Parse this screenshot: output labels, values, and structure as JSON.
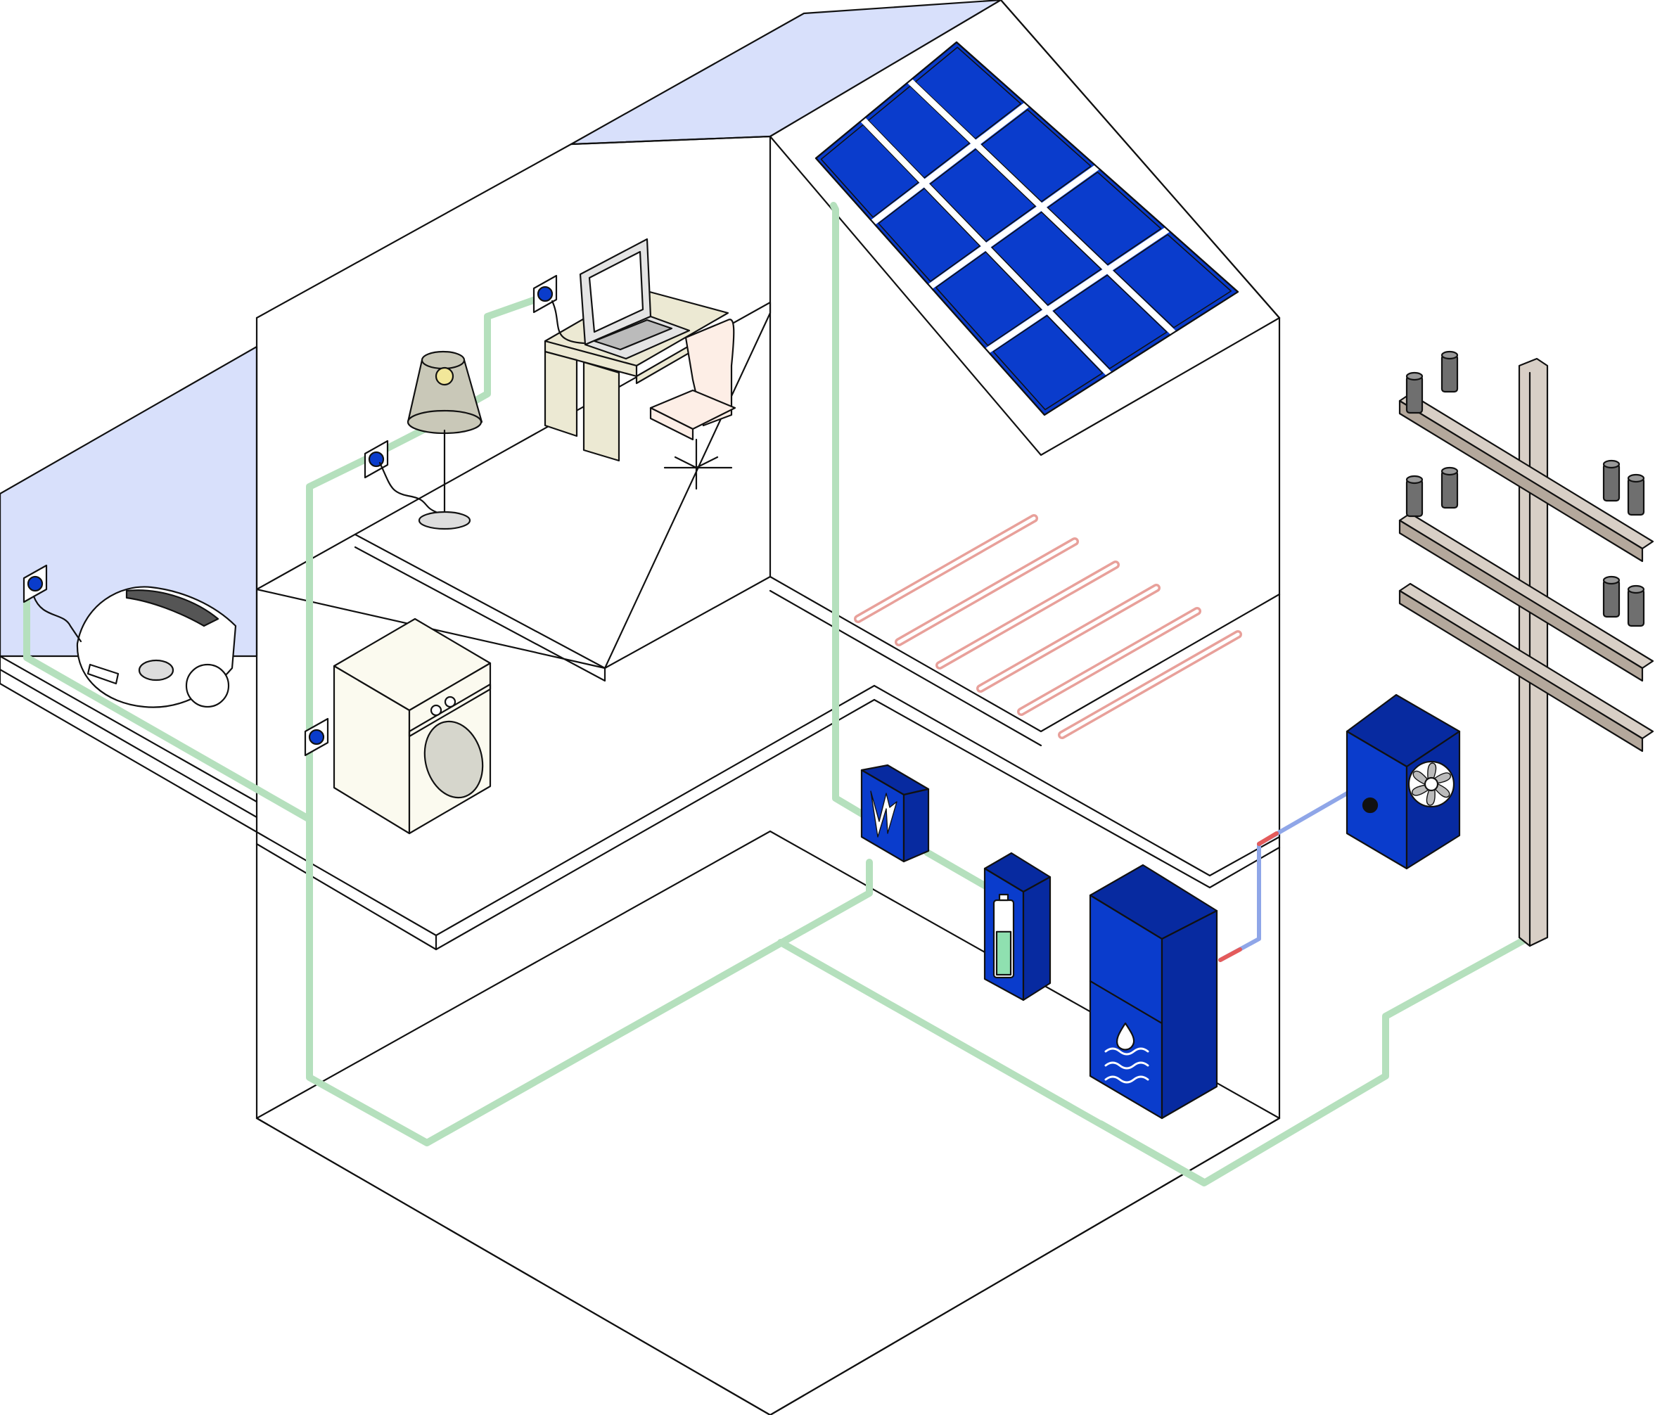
{
  "diagram": {
    "kind": "isometric smart-home energy system illustration",
    "text_labels": []
  },
  "colors": {
    "line": "#111111",
    "roof": "#d8e0fb",
    "solar_panel": "#0a3ccc",
    "equipment": "#0a3ccc",
    "equipment_side": "#072aa0",
    "cable": "#b5e0bd",
    "socket_dot": "#0a3ccc",
    "heating_pipe": "#e8a09a",
    "pole_wood": "#d8cfc6",
    "pole_wood_dark": "#b4a89c",
    "insulator": "#6f6f6f",
    "appliance_cream": "#fbfaef",
    "desk": "#ece9d3",
    "chair": "#fdeee6",
    "lamp_shade": "#c9c8b8",
    "bulb": "#f2e79a",
    "water_pipe_hot": "#e45b5b",
    "water_pipe_cold": "#8fa6e8"
  },
  "components": [
    {
      "id": "solar-panels",
      "icon": "solar-panel-array-icon",
      "panel_count": 12
    },
    {
      "id": "inverter",
      "icon": "lightning-bolt-icon"
    },
    {
      "id": "home-battery",
      "icon": "battery-icon",
      "charge_level": 0.6
    },
    {
      "id": "heat-pump-water-tank",
      "icon": "water-drop-icon"
    },
    {
      "id": "outdoor-heat-pump",
      "icon": "fan-icon"
    },
    {
      "id": "underfloor-heating",
      "icon": "heating-coil-icon"
    },
    {
      "id": "ev-car",
      "icon": "car-icon"
    },
    {
      "id": "washing-machine",
      "icon": "washing-machine-icon"
    },
    {
      "id": "desk-laptop",
      "icon": "laptop-icon"
    },
    {
      "id": "floor-lamp",
      "icon": "lamp-icon"
    },
    {
      "id": "office-chair",
      "icon": "chair-icon"
    },
    {
      "id": "utility-pole",
      "icon": "utility-pole-icon"
    }
  ],
  "sockets": [
    "garage-socket",
    "utility-socket",
    "lamp-socket",
    "desk-socket"
  ]
}
